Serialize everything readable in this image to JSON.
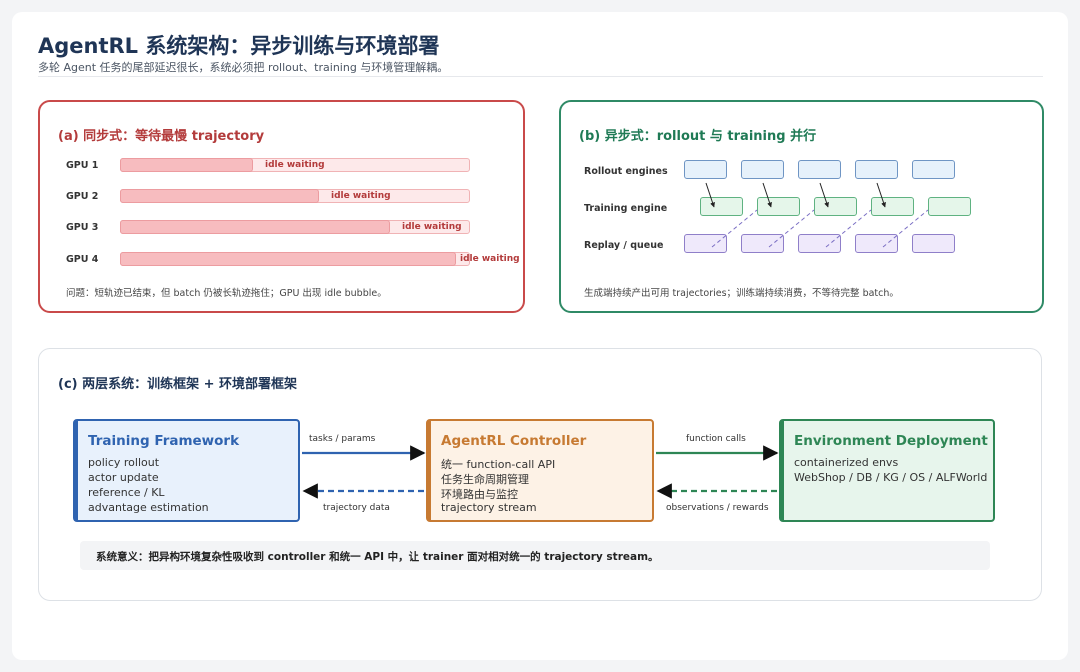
{
  "title": "AgentRL 系统架构：异步训练与环境部署",
  "subtitle": "多轮 Agent 任务的尾部延迟很长，系统必须把 rollout、training 与环境管理解耦。",
  "panel_a": {
    "title": "(a) 同步式：等待最慢 trajectory",
    "rows": [
      {
        "label": "GPU 1",
        "progress": 0.38,
        "idle": "idle waiting"
      },
      {
        "label": "GPU 2",
        "progress": 0.57,
        "idle": "idle waiting"
      },
      {
        "label": "GPU 3",
        "progress": 0.77,
        "idle": "idle waiting"
      },
      {
        "label": "GPU 4",
        "progress": 0.96,
        "idle": "idle waiting"
      }
    ],
    "note": "问题：短轨迹已结束，但 batch 仍被长轨迹拖住；GPU 出现 idle bubble。",
    "color": "#c94a4a"
  },
  "panel_b": {
    "title": "(b) 异步式：rollout 与 training 并行",
    "rows": [
      "Rollout engines",
      "Training engine",
      "Replay / queue"
    ],
    "note": "生成端持续产出可用 trajectories；训练端持续消费，不等待完整 batch。",
    "color": "#2f8a66"
  },
  "panel_c": {
    "title": "(c) 两层系统：训练框架 + 环境部署框架",
    "training": {
      "title": "Training Framework",
      "lines": [
        "policy rollout",
        "actor update",
        "reference / KL",
        "advantage estimation"
      ],
      "color": "#2f63b0"
    },
    "controller": {
      "title": "AgentRL Controller",
      "lines": [
        "统一 function-call API",
        "任务生命周期管理",
        "环境路由与监控",
        "trajectory stream"
      ],
      "color": "#c77a32"
    },
    "environment": {
      "title": "Environment Deployment",
      "lines": [
        "containerized envs",
        "WebShop / DB / KG / OS / ALFWorld"
      ],
      "color": "#2e8655"
    },
    "arrows": {
      "tasks": "tasks / params",
      "trajectory": "trajectory data",
      "function_calls": "function calls",
      "observations": "observations / rewards"
    },
    "note": "系统意义：把异构环境复杂性吸收到 controller 和统一 API 中，让 trainer 面对相对统一的 trajectory stream。"
  }
}
